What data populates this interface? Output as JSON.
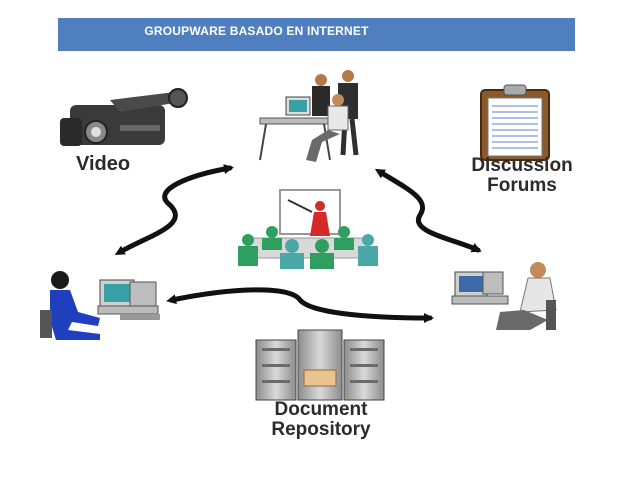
{
  "header": {
    "title": "GROUPWARE BASADO EN INTERNET"
  },
  "nodes": {
    "video": {
      "label": "Video"
    },
    "forums": {
      "label_line1": "Discussion",
      "label_line2": "Forums"
    },
    "repository": {
      "label_line1": "Document",
      "label_line2": "Repository"
    }
  },
  "colors": {
    "header_bg": "#4f7fbf",
    "arrow": "#111111",
    "user_blue": "#1f3fbf",
    "audience_green": "#2f9f5f",
    "presenter_red": "#d42a2a"
  }
}
